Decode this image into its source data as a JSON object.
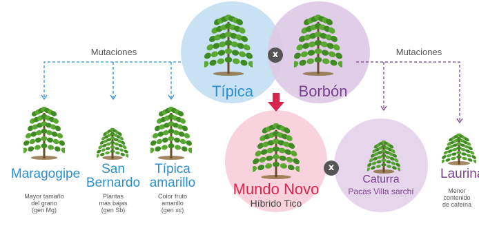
{
  "mutation_label_left": "Mutaciones",
  "mutation_label_right": "Mutaciones",
  "parents": {
    "left": {
      "name": "Típica",
      "color": "#2b8fd0",
      "bg": "#c9e2f3"
    },
    "right": {
      "name": "Borbón",
      "color": "#7b3f8f",
      "bg": "#ddc9e5"
    }
  },
  "cross_symbol": "x",
  "arrow_color": "#d9254e",
  "mutants_left": [
    {
      "name": "Maragogipe",
      "desc": "Mayor tamaño\ndel grano\n(gen Mg)"
    },
    {
      "name": "San\nBernardo",
      "desc": "Plantas\nmás bajas\n(gen Sb)"
    },
    {
      "name": "Típica\namarillo",
      "desc": "Color fruto\namarillo\n(gen xc)"
    }
  ],
  "hybrid": {
    "name": "Mundo Novo",
    "subtitle": "Híbrido Tico",
    "color": "#d9254e",
    "bg": "#f8d3dd"
  },
  "caturra": {
    "name": "Caturra",
    "subtitle": "Pacas Villa sarchí",
    "color": "#7b3f8f",
    "bg": "#e6d6ec"
  },
  "laurina": {
    "name": "Laurina",
    "desc": "Menor\ncontenido\nde cafeína"
  },
  "colors": {
    "blue": "#2b8fd0",
    "purple": "#7b3f8f",
    "red": "#d9254e",
    "gray": "#555555"
  }
}
